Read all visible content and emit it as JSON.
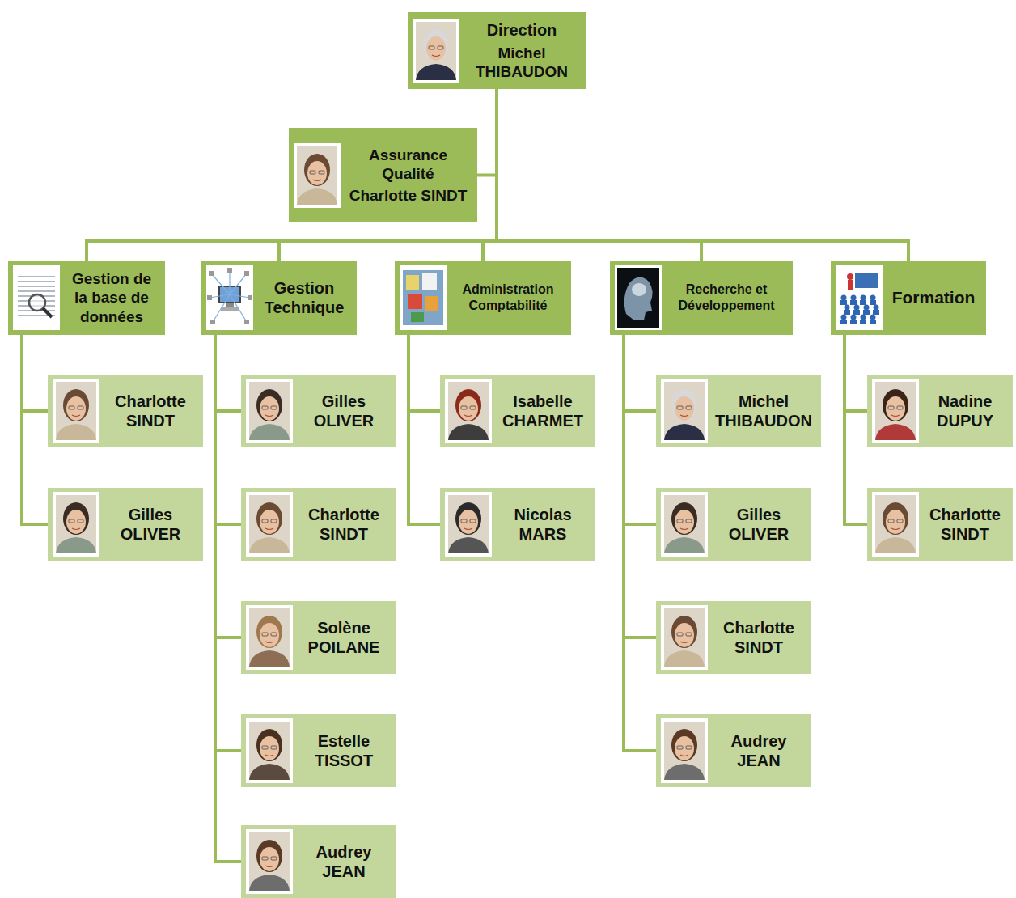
{
  "diagram": {
    "nodes": [
      {
        "text": [
          "Direction",
          "Michel THIBAUDON"
        ]
      },
      {
        "text": [
          "Assurance Qualité",
          "Charlotte SINDT"
        ]
      },
      {
        "text": [
          "Gestion de la base de données"
        ]
      },
      {
        "text": [
          "Gestion Technique"
        ]
      },
      {
        "text": [
          "Administration Comptabilité"
        ]
      },
      {
        "text": [
          "Recherche et Développement"
        ]
      },
      {
        "text": [
          "Formation"
        ]
      },
      {
        "text": [
          "Charlotte SINDT"
        ]
      },
      {
        "text": [
          "Gilles OLIVER"
        ]
      },
      {
        "text": [
          "Gilles OLIVER"
        ]
      },
      {
        "text": [
          "Charlotte SINDT"
        ]
      },
      {
        "text": [
          "Solène POILANE"
        ]
      },
      {
        "text": [
          "Estelle TISSOT"
        ]
      },
      {
        "text": [
          "Audrey JEAN"
        ]
      },
      {
        "text": [
          "Isabelle CHARMET"
        ]
      },
      {
        "text": [
          "Nicolas MARS"
        ]
      },
      {
        "text": [
          "Michel THIBAUDON"
        ]
      },
      {
        "text": [
          "Gilles OLIVER"
        ]
      },
      {
        "text": [
          "Charlotte SINDT"
        ]
      },
      {
        "text": [
          "Audrey JEAN"
        ]
      },
      {
        "text": [
          "Nadine DUPUY"
        ]
      },
      {
        "text": [
          "Charlotte SINDT"
        ]
      }
    ],
    "edges": [
      {
        "from": 0,
        "to": 1,
        "arrow": "none"
      },
      {
        "from": 0,
        "to": 2,
        "arrow": "none"
      },
      {
        "from": 0,
        "to": 3,
        "arrow": "none"
      },
      {
        "from": 0,
        "to": 4,
        "arrow": "none"
      },
      {
        "from": 0,
        "to": 5,
        "arrow": "none"
      },
      {
        "from": 0,
        "to": 6,
        "arrow": "none"
      },
      {
        "from": 2,
        "to": 7,
        "arrow": "none"
      },
      {
        "from": 2,
        "to": 8,
        "arrow": "none"
      },
      {
        "from": 3,
        "to": 9,
        "arrow": "none"
      },
      {
        "from": 3,
        "to": 10,
        "arrow": "none"
      },
      {
        "from": 3,
        "to": 11,
        "arrow": "none"
      },
      {
        "from": 3,
        "to": 12,
        "arrow": "none"
      },
      {
        "from": 3,
        "to": 13,
        "arrow": "none"
      },
      {
        "from": 4,
        "to": 14,
        "arrow": "none"
      },
      {
        "from": 4,
        "to": 15,
        "arrow": "none"
      },
      {
        "from": 5,
        "to": 16,
        "arrow": "none"
      },
      {
        "from": 5,
        "to": 17,
        "arrow": "none"
      },
      {
        "from": 5,
        "to": 18,
        "arrow": "none"
      },
      {
        "from": 5,
        "to": 19,
        "arrow": "none"
      },
      {
        "from": 6,
        "to": 20,
        "arrow": "none"
      },
      {
        "from": 6,
        "to": 21,
        "arrow": "none"
      }
    ]
  }
}
